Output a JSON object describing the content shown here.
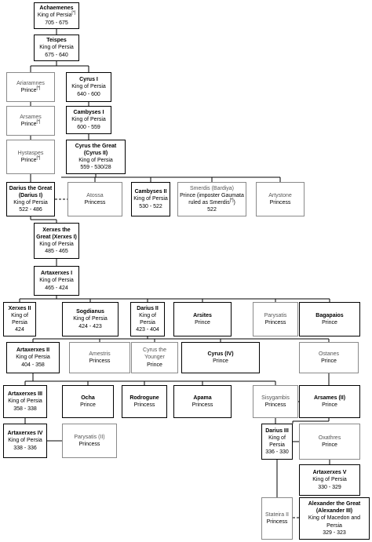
{
  "nodes": [
    {
      "id": "achaemenes",
      "name": "Achaemenes",
      "title": "King of Persia",
      "note": "*",
      "years": "705 - 675",
      "style": "thick"
    },
    {
      "id": "teispes",
      "name": "Teispes",
      "title": "King of Persia",
      "years": "675 - 640",
      "style": "thick"
    },
    {
      "id": "ariaramnes",
      "name": "Ariaramnes",
      "title": "Prince",
      "note": "*",
      "style": "thin"
    },
    {
      "id": "cyrus1",
      "name": "Cyrus I",
      "title": "King of Persia",
      "years": "640 - 600",
      "style": "thick"
    },
    {
      "id": "arsames1",
      "name": "Arsames",
      "title": "Prince",
      "note": "*",
      "style": "thin"
    },
    {
      "id": "cambyses1",
      "name": "Cambyses I",
      "title": "King of Persia",
      "years": "600 - 559",
      "style": "thick"
    },
    {
      "id": "hystaspes",
      "name": "Hystaspes",
      "title": "Prince",
      "note": "*",
      "style": "thin"
    },
    {
      "id": "cyrusgreat",
      "name": "Cyrus the Great (Cyrus II)",
      "title": "King of Persia",
      "years": "559 - 530/28",
      "style": "thick"
    },
    {
      "id": "darius1",
      "name": "Darius the Great (Darius I)",
      "title": "King of Persia",
      "years": "522 - 486",
      "style": "thick"
    },
    {
      "id": "atossa",
      "name": "Atossa",
      "title": "Princess",
      "style": "thin"
    },
    {
      "id": "cambyses2",
      "name": "Cambyses II",
      "title": "King of Persia",
      "years": "530 - 522",
      "style": "thick"
    },
    {
      "id": "smerdis",
      "name": "Smerdis (Bardiya)",
      "title": "Prince (imposter Gaumata ruled as Smerdis",
      "note": "*",
      "title_end": ")",
      "years": "522",
      "style": "thin"
    },
    {
      "id": "artystone",
      "name": "Artystone",
      "title": "Princess",
      "style": "thin"
    },
    {
      "id": "xerxes1",
      "name": "Xerxes the Great (Xerxes I)",
      "title": "King of Persia",
      "years": "485 - 465",
      "style": "thick"
    },
    {
      "id": "artaxerxes1",
      "name": "Artaxerxes I",
      "title": "King of Persia",
      "years": "465 - 424",
      "style": "thick"
    },
    {
      "id": "xerxes2",
      "name": "Xerxes II",
      "title": "King of Persia",
      "years": "424",
      "style": "thick"
    },
    {
      "id": "sogdianus",
      "name": "Sogdianus",
      "title": "King of Persia",
      "years": "424 - 423",
      "style": "thick"
    },
    {
      "id": "darius2",
      "name": "Darius II",
      "title": "King of Persia",
      "years": "423 - 404",
      "style": "thick"
    },
    {
      "id": "arsites",
      "name": "Arsites",
      "title": "Prince",
      "style": "thick"
    },
    {
      "id": "parysatis1",
      "name": "Parysatis",
      "title": "Princess",
      "style": "thin"
    },
    {
      "id": "bagapaios",
      "name": "Bagapaios",
      "title": "Prince",
      "style": "thick"
    },
    {
      "id": "artaxerxes2",
      "name": "Artaxerxes II",
      "title": "King of Persia",
      "years": "404 - 358",
      "style": "thick"
    },
    {
      "id": "amestris",
      "name": "Amestris",
      "title": "Princess",
      "style": "thin"
    },
    {
      "id": "cyrusyounger",
      "name": "Cyrus the Younger",
      "title": "Prince",
      "style": "thin"
    },
    {
      "id": "cyrus4",
      "name": "Cyrus (IV)",
      "title": "Prince",
      "style": "thick"
    },
    {
      "id": "ostanes",
      "name": "Ostanes",
      "title": "Prince",
      "style": "thin"
    },
    {
      "id": "artaxerxes3",
      "name": "Artaxerxes III",
      "title": "King of Persia",
      "years": "358 - 338",
      "style": "thick"
    },
    {
      "id": "ocha",
      "name": "Ocha",
      "title": "Prince",
      "style": "thick"
    },
    {
      "id": "rodrogune",
      "name": "Rodrogune",
      "title": "Princess",
      "style": "thick"
    },
    {
      "id": "apama",
      "name": "Apama",
      "title": "Princess",
      "style": "thick"
    },
    {
      "id": "sisygambis",
      "name": "Sisygambis",
      "title": "Princess",
      "style": "thin"
    },
    {
      "id": "arsames2",
      "name": "Arsames (II)",
      "title": "Prince",
      "style": "thick"
    },
    {
      "id": "artaxerxes4",
      "name": "Artaxerxes IV",
      "title": "King of Persia",
      "years": "338 - 336",
      "style": "thick"
    },
    {
      "id": "parysatis2",
      "name": "Parysatis (II)",
      "title": "Princess",
      "style": "thin"
    },
    {
      "id": "darius3",
      "name": "Darius III",
      "title": "King of Persia",
      "years": "336 - 330",
      "style": "thick"
    },
    {
      "id": "oxathres",
      "name": "Oxathres",
      "title": "Prince",
      "style": "thin"
    },
    {
      "id": "artaxerxes5",
      "name": "Artaxerxes V",
      "title": "King of Persia",
      "years": "330 - 329",
      "style": "thick"
    },
    {
      "id": "stateira",
      "name": "Stateira II",
      "title": "Princess",
      "style": "thin"
    },
    {
      "id": "alexander",
      "name": "Alexander the Great (Alexander III)",
      "title": "King of Macedon and Persia",
      "years": "329 - 323",
      "style": "thick"
    }
  ]
}
